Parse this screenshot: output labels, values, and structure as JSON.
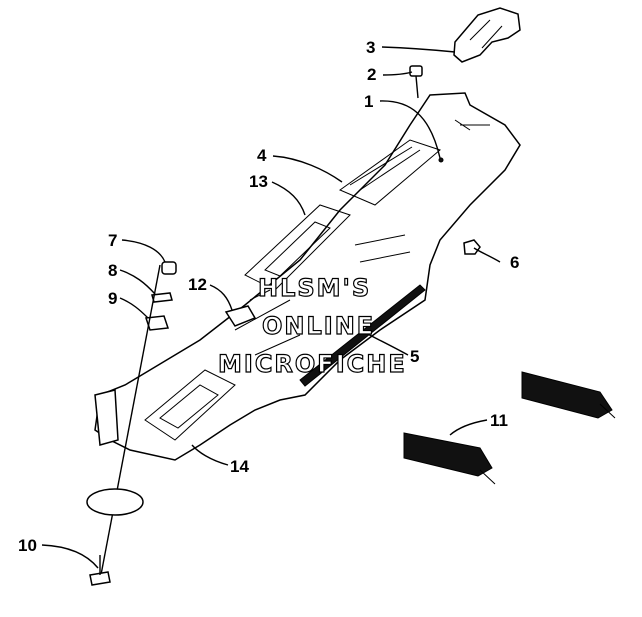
{
  "callouts": [
    {
      "id": "c1",
      "label": "1"
    },
    {
      "id": "c2",
      "label": "2"
    },
    {
      "id": "c3",
      "label": "3"
    },
    {
      "id": "c4",
      "label": "4"
    },
    {
      "id": "c5",
      "label": "5"
    },
    {
      "id": "c6",
      "label": "6"
    },
    {
      "id": "c7",
      "label": "7"
    },
    {
      "id": "c8",
      "label": "8"
    },
    {
      "id": "c9",
      "label": "9"
    },
    {
      "id": "c10",
      "label": "10"
    },
    {
      "id": "c11",
      "label": "11"
    },
    {
      "id": "c12",
      "label": "12"
    },
    {
      "id": "c13",
      "label": "13"
    },
    {
      "id": "c14",
      "label": "14"
    }
  ],
  "watermark": {
    "line1": "HLSM'S",
    "line2": "ONLINE",
    "line3": "MICROFICHE"
  }
}
